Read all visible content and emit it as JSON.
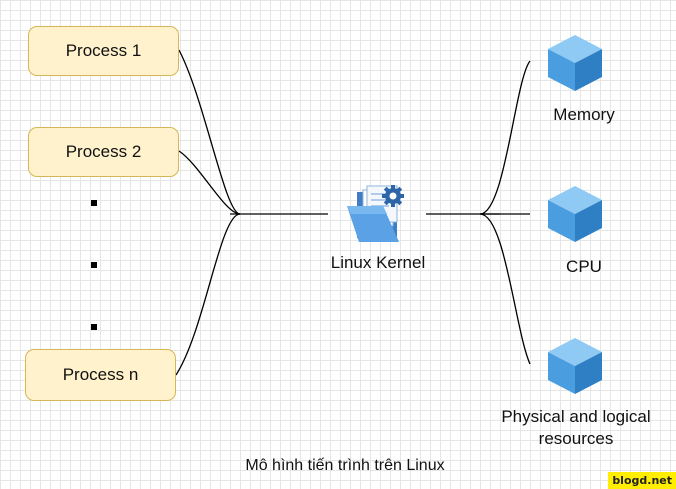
{
  "processes": [
    "Process 1",
    "Process 2",
    "Process n"
  ],
  "kernel": {
    "label": "Linux Kernel",
    "icon": "folder-gear-icon"
  },
  "resources": [
    {
      "label": "Memory",
      "icon": "cube-icon"
    },
    {
      "label": "CPU",
      "icon": "cube-icon"
    },
    {
      "label_line1": "Physical and logical",
      "label_line2": "resources",
      "icon": "cube-icon"
    }
  ],
  "caption": "Mô hình tiến trình trên Linux",
  "watermark": "blogd.net",
  "colors": {
    "process_fill": "#fff2cc",
    "process_border": "#d6b656",
    "cube": "#4a9ee0",
    "grid": "#e6e6e6"
  }
}
